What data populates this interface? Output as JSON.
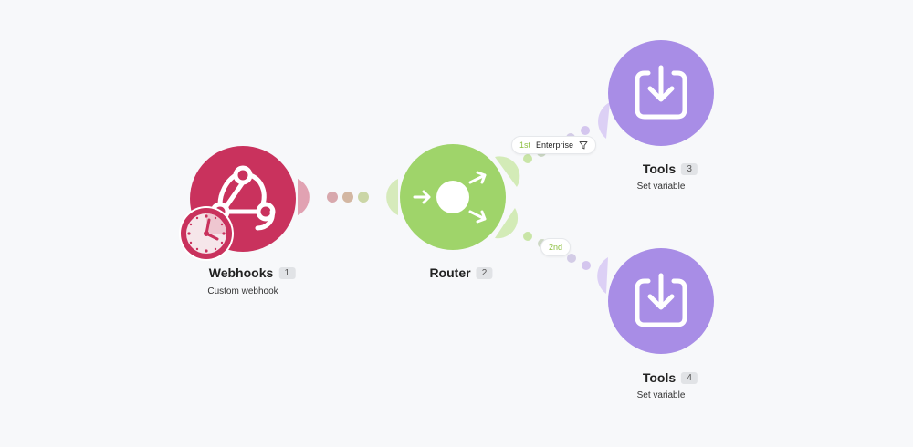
{
  "modules": [
    {
      "name": "Webhooks",
      "number": "1",
      "subtitle": "Custom webhook"
    },
    {
      "name": "Router",
      "number": "2",
      "subtitle": ""
    },
    {
      "name": "Tools",
      "number": "3",
      "subtitle": "Set variable"
    },
    {
      "name": "Tools",
      "number": "4",
      "subtitle": "Set variable"
    }
  ],
  "routes": [
    {
      "order": "1st",
      "label": "Enterprise",
      "icon": "filter-icon"
    },
    {
      "order": "2nd",
      "label": ""
    }
  ],
  "colors": {
    "webhooks": "#c9325d",
    "router": "#9fd46a",
    "tools": "#a88de6",
    "background": "#f7f8fa"
  },
  "icons": {
    "webhooks": "webhook-icon",
    "schedule": "clock-icon",
    "router": "router-icon",
    "tools": "download-icon"
  }
}
